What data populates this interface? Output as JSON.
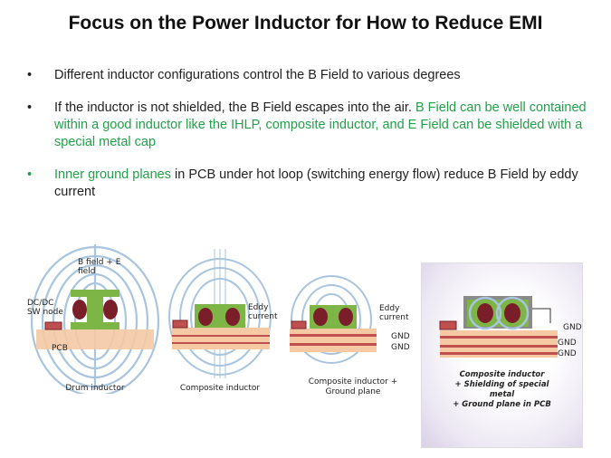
{
  "slide": {
    "title": "Focus on the Power Inductor for How to Reduce EMI",
    "bullets": {
      "b1": "Different inductor configurations control the B Field to various degrees",
      "b2_black": "If the inductor is not shielded, the B Field escapes into the air. ",
      "b2_green": "B Field can be well contained within a good inductor like the IHLP, composite inductor, and E Field can be shielded with a special metal cap",
      "b3_green": "Inner ground planes",
      "b3_black": " in PCB under hot loop (switching energy flow) reduce B Field by eddy current",
      "bullet_char": "•"
    }
  },
  "figures": {
    "drum": {
      "field_label": "B field + E field",
      "node_label": "DC/DC SW node",
      "pcb_label": "PCB",
      "caption": "Drum inductor"
    },
    "composite": {
      "eddy_label": "Eddy current",
      "caption": "Composite inductor"
    },
    "composite_ground": {
      "eddy_label": "Eddy current",
      "gnd1": "GND",
      "gnd2": "GND",
      "caption": "Composite inductor + Ground plane"
    },
    "shielded": {
      "gnd1": "GND",
      "gnd2": "GND",
      "gnd3": "GND",
      "caption_l1": "Composite inductor",
      "caption_l2": "+ Shielding of special",
      "caption_l3": "metal",
      "caption_l4": "+ Ground plane in PCB"
    }
  },
  "colors": {
    "field_line": "#a8c4de",
    "inductor_green": "#7db646",
    "winding": "#7a1f2a",
    "pcb": "#f4c9a4",
    "copper": "#c0504d",
    "green_text": "#22a04a",
    "shield_cap": "#8a8a8a"
  }
}
